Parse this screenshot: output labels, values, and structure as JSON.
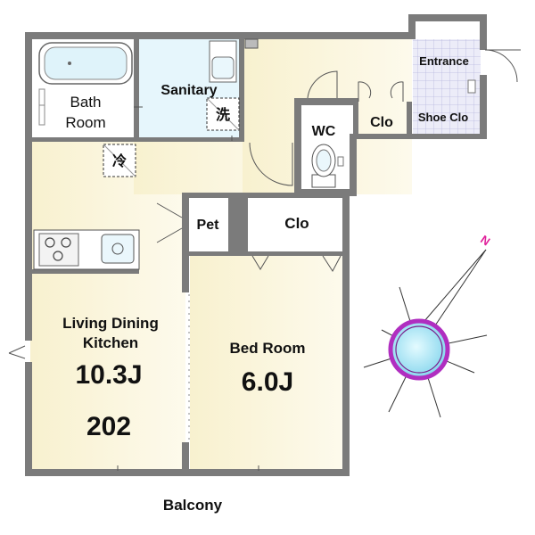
{
  "plan": {
    "unit_number": "202",
    "rooms": {
      "bath": {
        "line1": "Bath",
        "line2": "Room"
      },
      "sanitary": "Sanitary",
      "washer_mark": "洗",
      "fridge_mark": "冷",
      "wc": "WC",
      "closet_upper": "Clo",
      "shoe_closet": "Shoe Clo",
      "entrance": "Entrance",
      "pet": "Pet",
      "closet_bedroom": "Clo",
      "ldk": {
        "line1": "Living Dining",
        "line2": "Kitchen",
        "size": "10.3J"
      },
      "bedroom": {
        "name": "Bed Room",
        "size": "6.0J"
      },
      "balcony": "Balcony"
    },
    "compass": {
      "north_label": "N"
    },
    "colors": {
      "floor": "#fbf6dc",
      "sanitary_floor": "#e6f6fc",
      "entrance_tile": "#dcdcf2",
      "wall": "#7b7b7b",
      "compass_ring": "#b02ec0",
      "compass_center": "#a8e8f4",
      "north_label": "#e0209a"
    }
  }
}
